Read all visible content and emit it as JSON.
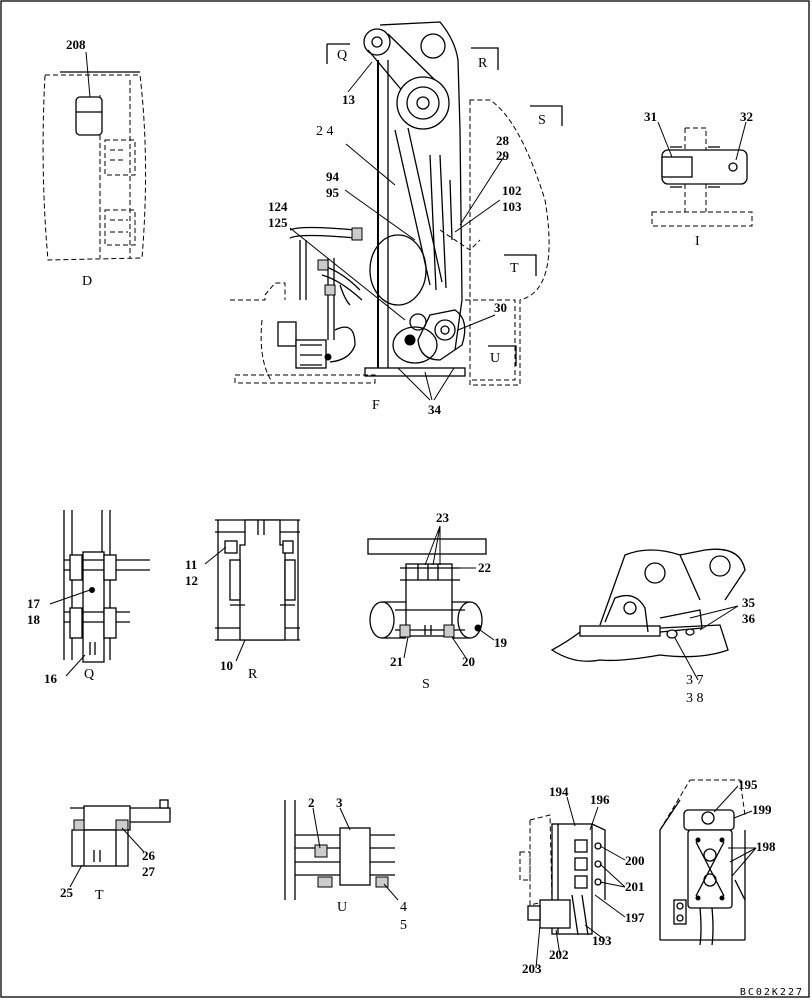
{
  "views": {
    "D": "D",
    "F": "F",
    "I": "I",
    "Q": "Q",
    "R": "R",
    "S": "S",
    "T": "T",
    "U": "U"
  },
  "callouts": {
    "F": {
      "Q": "Q",
      "R": "R",
      "S": "S",
      "T": "T",
      "U": "U"
    }
  },
  "parts": {
    "p208": "208",
    "p13": "13",
    "p24": "2 4",
    "p94": "94",
    "p95": "95",
    "p124": "124",
    "p125": "125",
    "p28": "28",
    "p29": "29",
    "p102": "102",
    "p103": "103",
    "p30": "30",
    "p34": "34",
    "p31": "31",
    "p32": "32",
    "p17": "17",
    "p18": "18",
    "p16": "16",
    "p11": "11",
    "p12": "12",
    "p10": "10",
    "p23": "23",
    "p22": "22",
    "p21": "21",
    "p20": "20",
    "p19": "19",
    "p35": "35",
    "p36": "36",
    "p37": "3 7",
    "p38": "3 8",
    "p26": "26",
    "p27": "27",
    "p25": "25",
    "p2": "2",
    "p3": "3",
    "p4": "4",
    "p5": "5",
    "p194": "194",
    "p196": "196",
    "p200": "200",
    "p201": "201",
    "p197": "197",
    "p193": "193",
    "p202": "202",
    "p203": "203",
    "p195": "195",
    "p199": "199",
    "p198": "198"
  },
  "drawing_code": "BC02K227"
}
